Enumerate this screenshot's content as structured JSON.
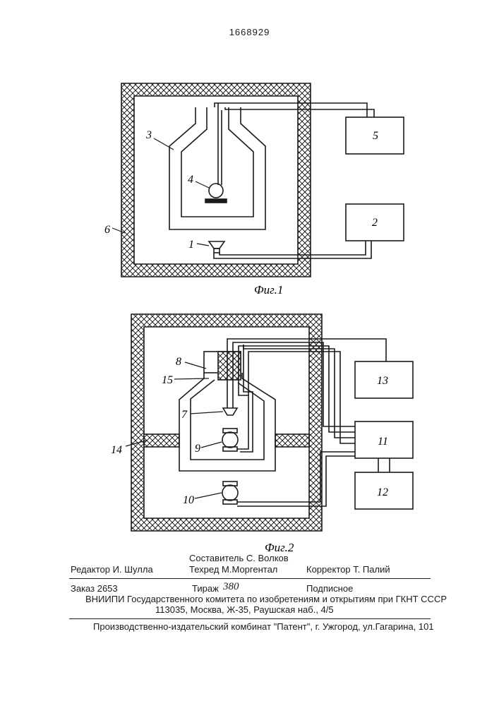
{
  "header": {
    "patent_number": "1668929"
  },
  "fig1": {
    "caption": "Фиг.1",
    "labels": {
      "l1": "1",
      "l2": "2",
      "l3": "3",
      "l4": "4",
      "l5": "5",
      "l6": "6"
    }
  },
  "fig2": {
    "caption": "Фиг.2",
    "labels": {
      "l7": "7",
      "l8": "8",
      "l9": "9",
      "l10": "10",
      "l11": "11",
      "l12": "12",
      "l13": "13",
      "l14": "14",
      "l15": "15"
    }
  },
  "colophon": {
    "compiler": "Составитель  С. Волков",
    "editor": "Редактор  И. Шулла",
    "techred": "Техред М.Моргентал",
    "corrector": "Корректор   Т. Палий",
    "order": "Заказ  2653",
    "tirazh_label": "Тираж",
    "tirazh_value": "380",
    "subscription": "Подписное",
    "vniipi": "ВНИИПИ Государственного комитета по изобретениям и открытиям при ГКНТ СССР",
    "address": "113035, Москва, Ж-35, Раушская наб., 4/5",
    "publisher": "Производственно-издательский комбинат \"Патент\", г. Ужгород, ул.Гагарина, 101"
  }
}
